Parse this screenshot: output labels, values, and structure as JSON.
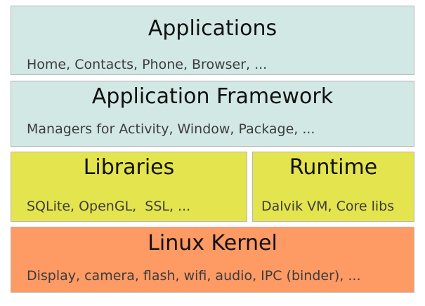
{
  "layers": {
    "applications": {
      "title": "Applications",
      "description": "Home, Contacts, Phone, Browser, ...",
      "color": "#d2e8e4"
    },
    "framework": {
      "title": "Application Framework",
      "description": "Managers for Activity, Window, Package, ...",
      "color": "#d2e8e4"
    },
    "libraries": {
      "title": "Libraries",
      "description": "SQLite, OpenGL,  SSL, ...",
      "color": "#e4e44e"
    },
    "runtime": {
      "title": "Runtime",
      "description": "Dalvik VM, Core libs",
      "color": "#e4e44e"
    },
    "kernel": {
      "title": "Linux Kernel",
      "description": "Display, camera, flash, wifi, audio, IPC (binder), ...",
      "color": "#fe9a64"
    }
  }
}
